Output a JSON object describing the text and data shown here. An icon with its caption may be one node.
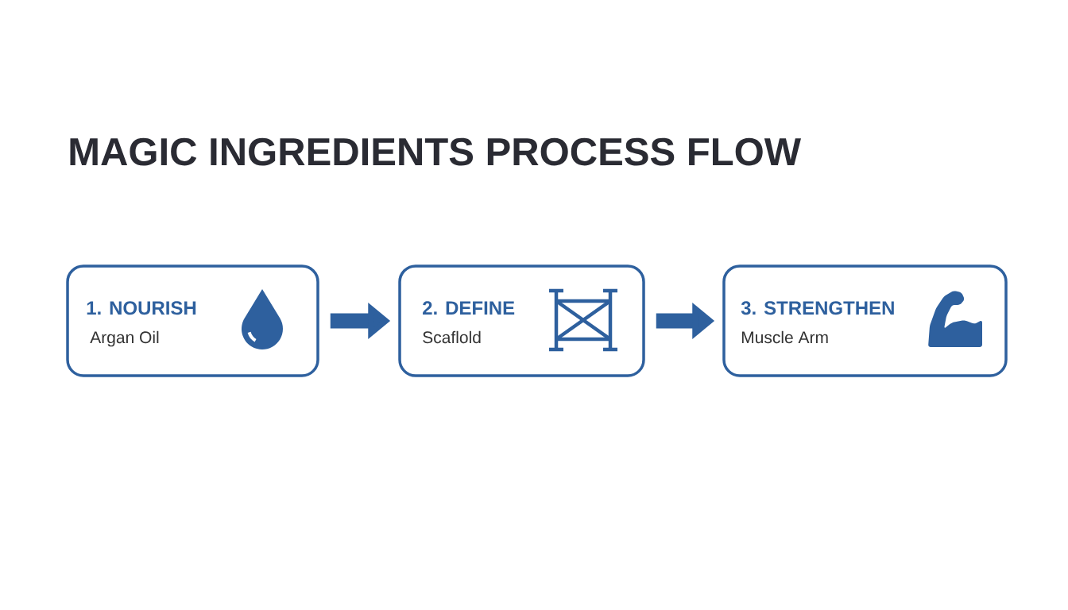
{
  "diagram": {
    "title": "MAGIC INGREDIENTS PROCESS FLOW",
    "nodes": [
      {
        "text": [
          "1. NOURISH",
          "Argan Oil"
        ]
      },
      {
        "text": [
          "2. DEFINE",
          "Scaflold"
        ]
      },
      {
        "text": [
          "3. STRENGTHEN",
          "Muscle Arm"
        ]
      }
    ],
    "edges": [
      {
        "from": 0,
        "to": 1,
        "arrow": "to"
      },
      {
        "from": 1,
        "to": 2,
        "arrow": "to"
      }
    ]
  }
}
